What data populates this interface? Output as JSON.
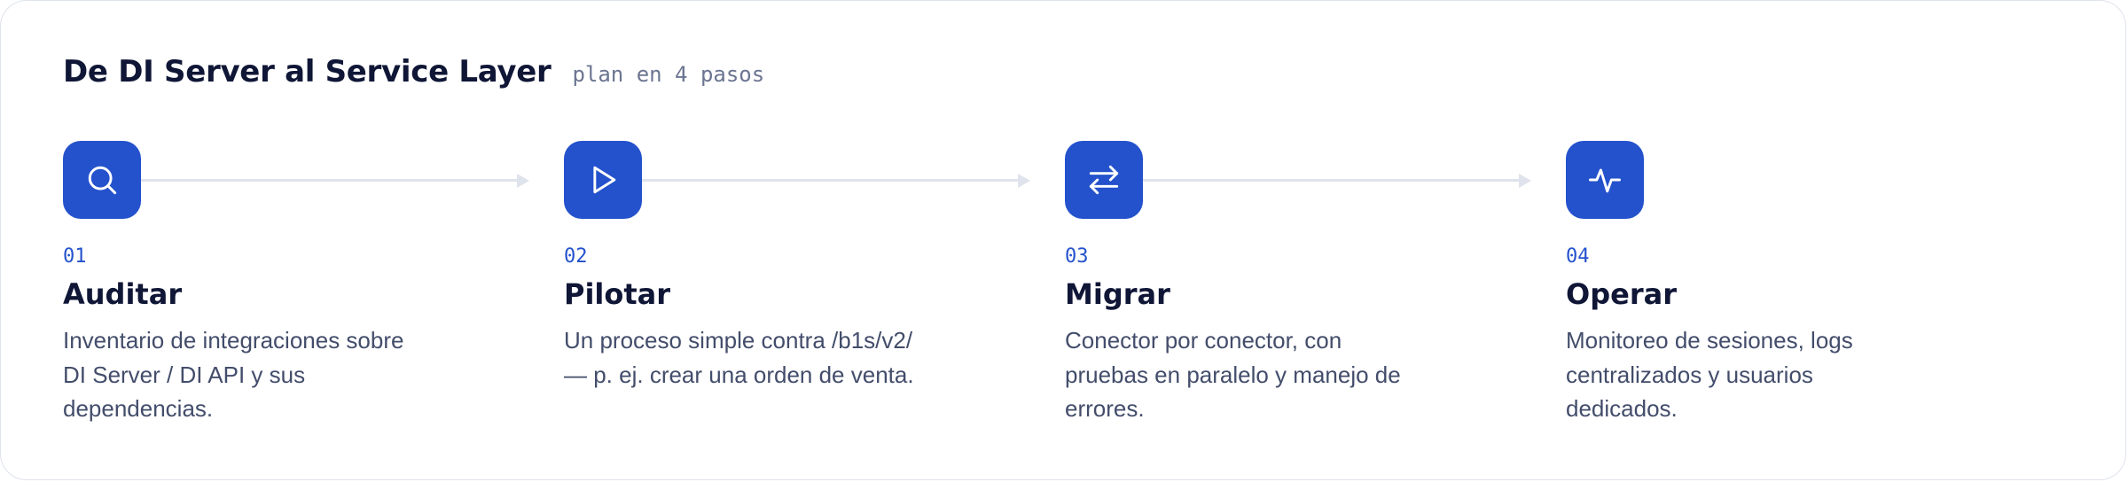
{
  "header": {
    "title": "De DI Server al Service Layer",
    "subtitle": "plan en 4 pasos"
  },
  "colors": {
    "accent": "#2452cc",
    "connector": "#dfe3ec",
    "title_text": "#0f1636",
    "body_text": "#434d6b",
    "muted_text": "#6b7591"
  },
  "steps": [
    {
      "number": "01",
      "title": "Auditar",
      "icon": "search-icon",
      "description": "Inventario de integraciones sobre DI Server / DI API y sus dependencias."
    },
    {
      "number": "02",
      "title": "Pilotar",
      "icon": "play-icon",
      "description": "Un proceso simple contra /b1s/v2/ — p. ej. crear una orden de venta."
    },
    {
      "number": "03",
      "title": "Migrar",
      "icon": "swap-arrows-icon",
      "description": "Conector por conector, con pruebas en paralelo y manejo de errores."
    },
    {
      "number": "04",
      "title": "Operar",
      "icon": "activity-pulse-icon",
      "description": "Monitoreo de sesiones, logs centralizados y usuarios dedicados."
    }
  ]
}
